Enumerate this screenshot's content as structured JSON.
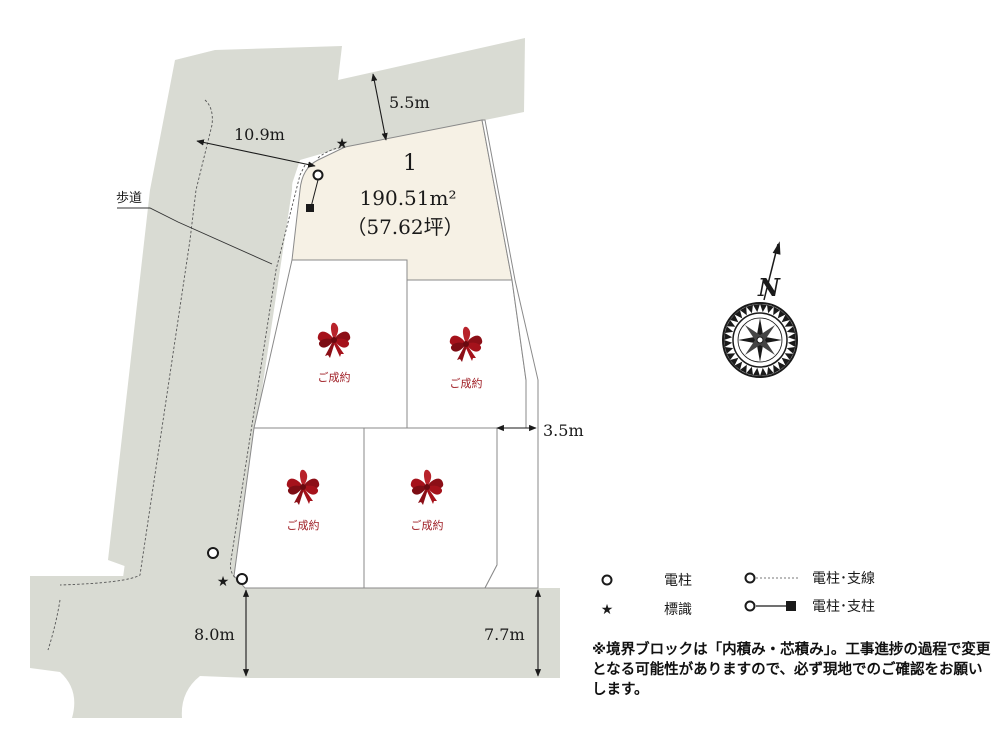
{
  "lot": {
    "number": "1",
    "area_m2": "190.51m²",
    "area_tsubo": "（57.62坪）"
  },
  "dimensions": {
    "north_road_width": "5.5m",
    "west_frontage": "10.9m",
    "east_path_width": "3.5m",
    "south_road_west": "8.0m",
    "south_road_east": "7.7m"
  },
  "labels": {
    "sidewalk": "歩道",
    "sold": "ご成約",
    "north": "N"
  },
  "legend": {
    "pole": "電柱",
    "sign": "標識",
    "pole_guy": "電柱･支線",
    "pole_support": "電柱･支柱"
  },
  "note": "※境界ブロックは「内積み・芯積み」。工事進捗の過程で変更となる可能性がありますので、必ず現地でのご確認をお願いします。",
  "colors": {
    "road": "#d9dbd3",
    "lot_available": "#f6f1e5",
    "lot_sold": "#ffffff",
    "sold_accent": "#9e1b22"
  }
}
